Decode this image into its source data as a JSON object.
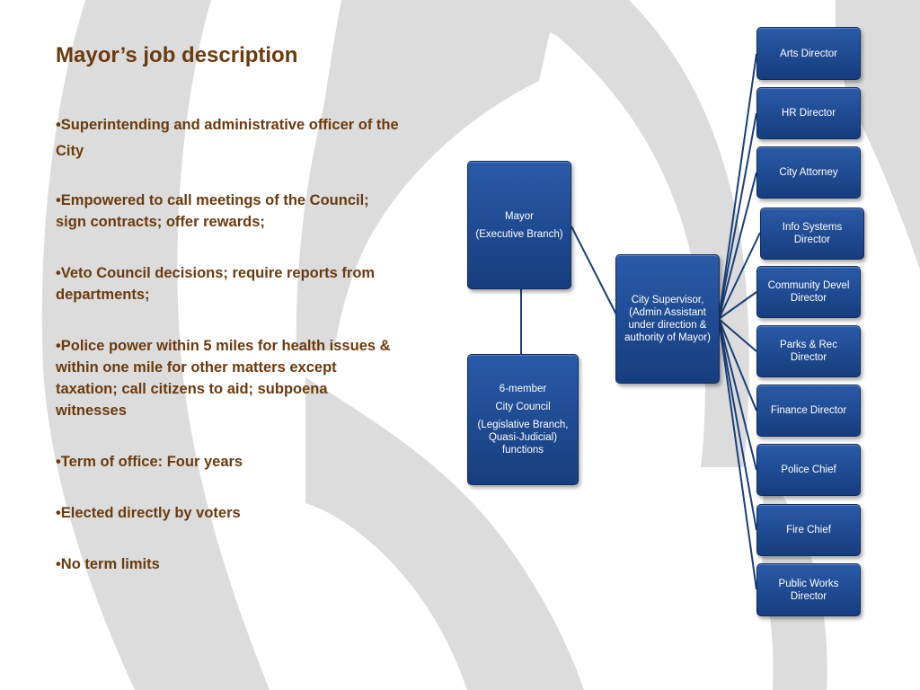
{
  "slide": {
    "title": "Mayor’s job description",
    "bullets": [
      "Superintending and administrative officer of the City",
      "Empowered to call meetings of the Council; sign contracts; offer rewards;",
      "Veto Council decisions; require reports from departments;",
      "Police power within 5 miles for health issues & within one mile for other matters except taxation; call citizens to aid; subpoena witnesses",
      "Term of office: Four years",
      "Elected directly by voters",
      "No term limits"
    ]
  },
  "org_chart": {
    "mayor": {
      "line1": "Mayor",
      "line2": "(Executive Branch)"
    },
    "council": {
      "line1": "6-member",
      "line2": "City Council",
      "line3": "(Legislative Branch, Quasi-Judicial) functions"
    },
    "supervisor": {
      "label": "City Supervisor, (Admin Assistant under direction & authority of Mayor)"
    },
    "departments": [
      "Arts Director",
      "HR Director",
      "City Attorney",
      "Info Systems Director",
      "Community Devel Director",
      "Parks & Rec Director",
      "Finance Director",
      "Police Chief",
      "Fire Chief",
      "Public Works Director"
    ]
  },
  "colors": {
    "title_text": "#6b3a0e",
    "box_fill": "#1f4c94",
    "connector": "#1b3f78",
    "watermark": "#d9d9d9"
  }
}
